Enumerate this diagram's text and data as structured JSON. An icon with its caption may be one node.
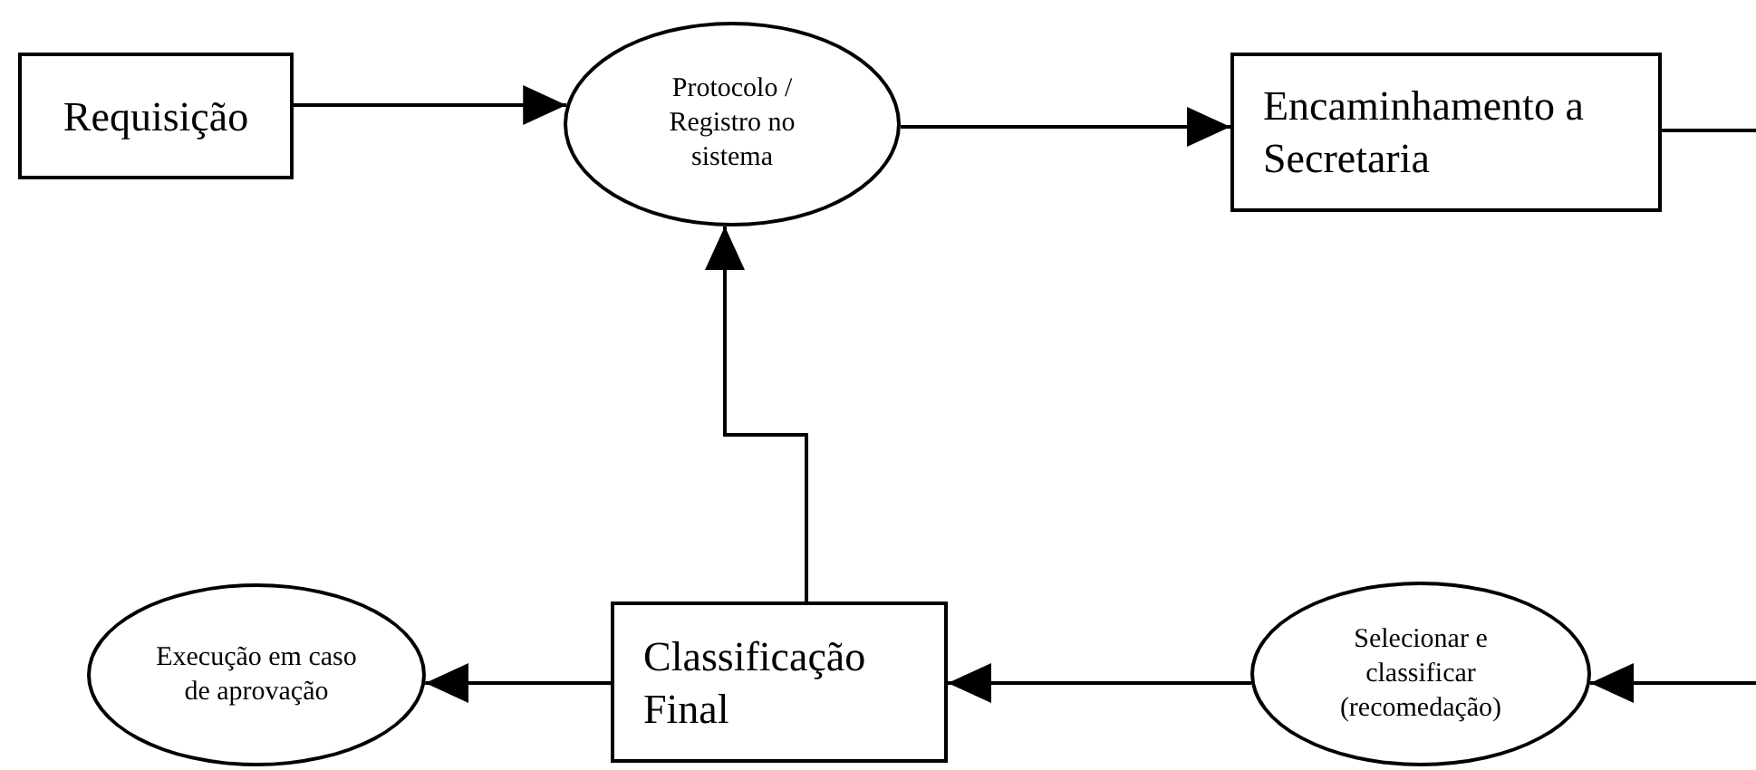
{
  "diagram": {
    "nodes": [
      {
        "text": [
          "Requisição"
        ]
      },
      {
        "text": [
          "Protocolo / Registro no sistema"
        ]
      },
      {
        "text": [
          "Encaminhamento a Secretaria"
        ]
      },
      {
        "text": [
          "Classificação Final"
        ]
      },
      {
        "text": [
          "Selecionar e classificar (recomedação)"
        ]
      },
      {
        "text": [
          "Execução em caso de aprovação"
        ]
      }
    ],
    "edges": [
      {
        "from": 0,
        "to": 1,
        "arrow": "to"
      },
      {
        "from": 1,
        "to": 2,
        "arrow": "to"
      },
      {
        "from": 2,
        "to": null,
        "arrow": "none"
      },
      {
        "from": null,
        "to": 4,
        "arrow": "to"
      },
      {
        "from": 4,
        "to": 3,
        "arrow": "to"
      },
      {
        "from": 3,
        "to": 1,
        "arrow": "to"
      },
      {
        "from": 3,
        "to": 5,
        "arrow": "to"
      }
    ]
  }
}
